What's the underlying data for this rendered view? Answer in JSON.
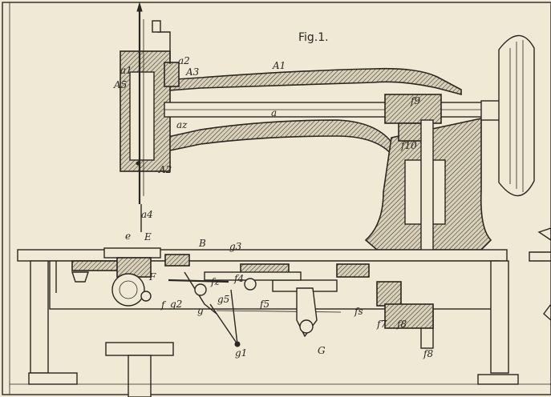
{
  "figure": {
    "title": "Fig.1.",
    "labels": {
      "a1": "a1",
      "a2": "a2",
      "a3": "A3",
      "A1": "A1",
      "A2": "A2",
      "A5": "A5",
      "a": "a",
      "az": "az",
      "a4": "a4",
      "f9": "f9",
      "f10": "f10",
      "e": "e",
      "E": "E",
      "B": "B",
      "g3": "g3",
      "F": "F",
      "f": "f",
      "g2": "g2",
      "fz": "fz",
      "f4": "f4",
      "g5": "g5",
      "f5": "f5",
      "fs": "fs",
      "g": "g",
      "f7": "f7",
      "f8b": "f8",
      "g1": "g1",
      "G": "G",
      "f8": "f8"
    }
  }
}
